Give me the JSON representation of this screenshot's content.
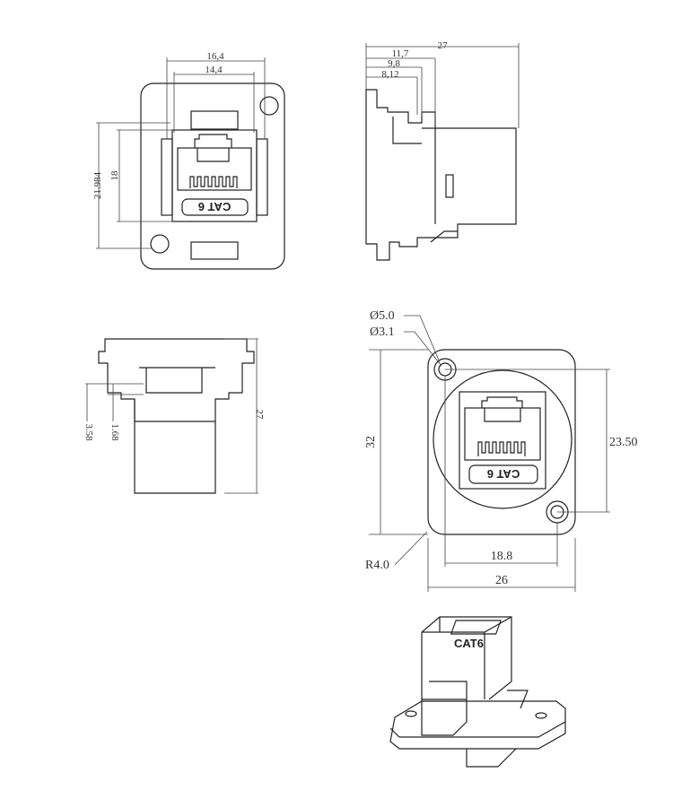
{
  "front_view": {
    "dim_outer_width": "16,4",
    "dim_inner_width": "14,4",
    "dim_outer_height": "21.984",
    "dim_inner_height": "18",
    "label": "CAT 6"
  },
  "side_view": {
    "dim_total": "27",
    "dim_a": "11,7",
    "dim_b": "9,8",
    "dim_c": "8,12"
  },
  "bottom_view": {
    "dim_height": "27",
    "dim_a": "3.58",
    "dim_b": "1.68"
  },
  "flange_view": {
    "hole_outer": "Ø5.0",
    "hole_inner": "Ø3.1",
    "height": "32",
    "hole_spacing_v": "23.50",
    "hole_spacing_h": "18.8",
    "width": "26",
    "radius": "R4.0",
    "label": "CAT 6"
  },
  "iso_view": {
    "label": "CAT6"
  }
}
